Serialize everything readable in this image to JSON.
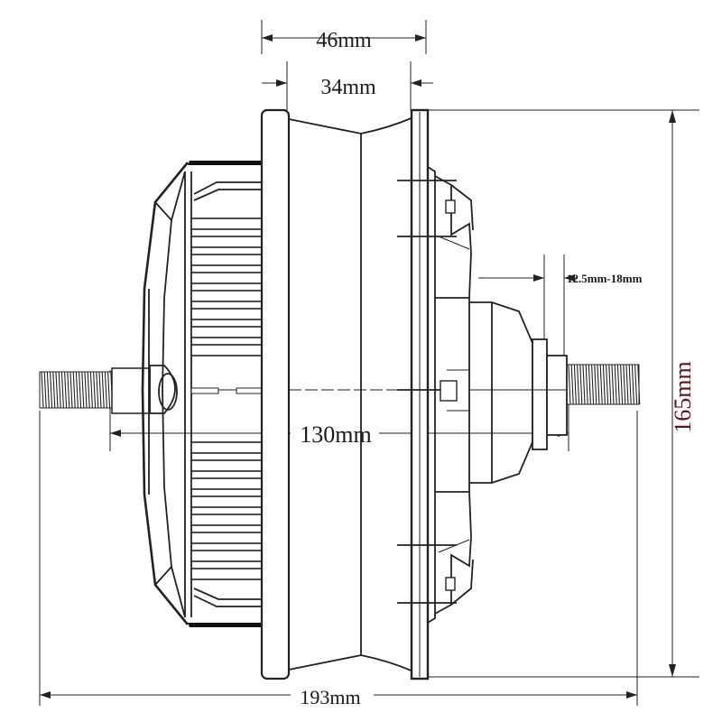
{
  "diagram": {
    "dimensions": {
      "outer_flange_width": "46mm",
      "inner_width": "34mm",
      "dropout_range": "12.5mm-18mm",
      "overall_diameter": "165mm",
      "shaft_length_between_dropouts": "130mm",
      "total_axle_length": "193mm"
    }
  }
}
